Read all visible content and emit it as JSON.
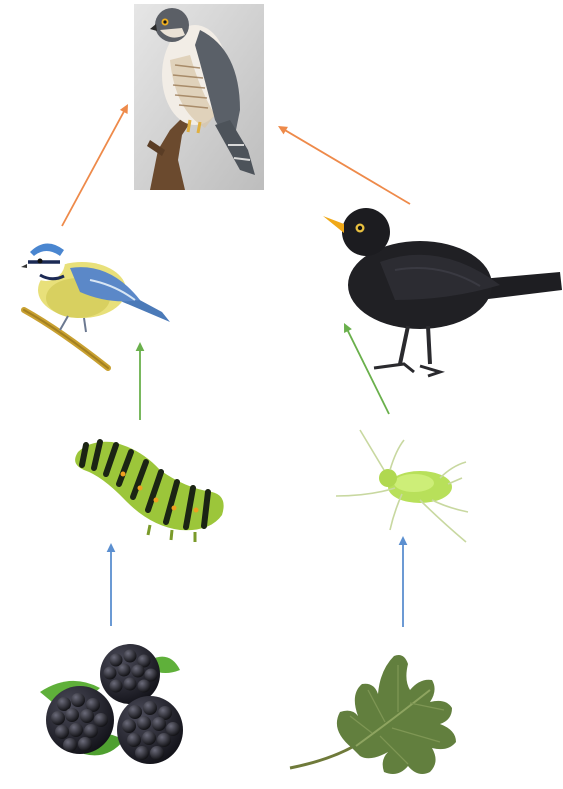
{
  "organisms": [
    {
      "id": "sparrowhawk",
      "icon": "sparrowhawk-icon",
      "role": "apex-predator"
    },
    {
      "id": "blue-tit",
      "icon": "blue-tit-icon",
      "role": "predator"
    },
    {
      "id": "blackbird",
      "icon": "blackbird-icon",
      "role": "predator"
    },
    {
      "id": "caterpillar",
      "icon": "caterpillar-icon",
      "role": "herbivore"
    },
    {
      "id": "aphid",
      "icon": "aphid-icon",
      "role": "herbivore"
    },
    {
      "id": "blackberries",
      "icon": "blackberry-icon",
      "role": "producer"
    },
    {
      "id": "oak-leaf",
      "icon": "oak-leaf-icon",
      "role": "producer"
    }
  ],
  "links": [
    {
      "from": "blue-tit",
      "to": "sparrowhawk",
      "color": "#ee8a4a"
    },
    {
      "from": "blackbird",
      "to": "sparrowhawk",
      "color": "#ee8a4a"
    },
    {
      "from": "caterpillar",
      "to": "blue-tit",
      "color": "#6ab04c"
    },
    {
      "from": "aphid",
      "to": "blackbird",
      "color": "#6ab04c"
    },
    {
      "from": "blackberries",
      "to": "caterpillar",
      "color": "#5b8fd0"
    },
    {
      "from": "oak-leaf",
      "to": "aphid",
      "color": "#5b8fd0"
    }
  ],
  "colors": {
    "predator_arrow": "#ee8a4a",
    "herbivore_arrow": "#6ab04c",
    "producer_arrow": "#5b8fd0",
    "background": "#ffffff"
  }
}
